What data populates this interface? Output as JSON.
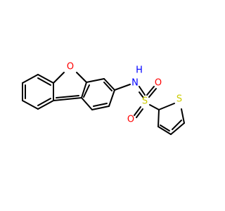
{
  "colors": {
    "carbon": "#000000",
    "oxygen": "#ff0000",
    "nitrogen": "#0000ff",
    "sulfur": "#cccc00"
  },
  "atoms": {
    "furan_oxygen": "O",
    "amide_nitrogen": "N",
    "amide_hydrogen": "H",
    "sulfonyl_sulfur": "S",
    "sulfonyl_oxygen_top": "O",
    "sulfonyl_oxygen_bottom": "O",
    "thiophene_sulfur": "S"
  }
}
